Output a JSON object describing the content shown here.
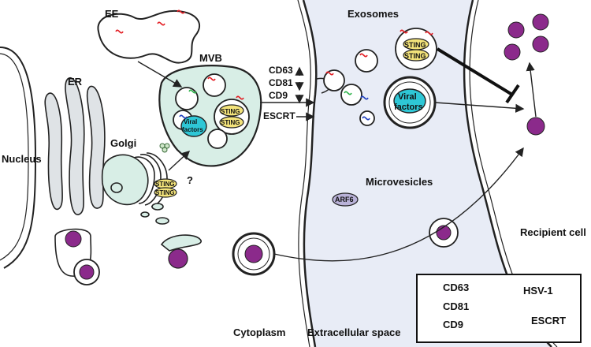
{
  "labels": {
    "ee": "EE",
    "mvb": "MVB",
    "er": "ER",
    "golgi": "Golgi",
    "nucleus": "Nucleus",
    "exosomes": "Exosomes",
    "microvesicles": "Microvesicles",
    "recipient_cell": "Recipient cell",
    "cytoplasm": "Cytoplasm",
    "extracellular_space": "Extracellular space",
    "question_mark": "?",
    "arf6": "ARF6",
    "marker_cd63": "CD63",
    "marker_cd81": "CD81",
    "marker_cd9": "CD9",
    "escrt_inline": "ESCRT",
    "sting": "STING",
    "viral": "Viral",
    "factors": "factors"
  },
  "legend": {
    "items": [
      {
        "label": "CD63",
        "color": "#e31e24"
      },
      {
        "label": "CD81",
        "color": "#2db34a"
      },
      {
        "label": "CD9",
        "color": "#1f3fbf"
      },
      {
        "label": "HSV-1",
        "color": "#8b2a8b"
      },
      {
        "label": "ESCRT",
        "color": "#7aa36b"
      }
    ]
  },
  "colors": {
    "cytoplasm_membrane": "#222222",
    "extracellular_fill": "#e8ecf6",
    "organelle_fill": "#d8eee6",
    "sting_fill": "#f3e37a",
    "viral_fill": "#2ec7d6",
    "virus": "#8b2a8b",
    "arf6_fill": "#b9b2d8"
  }
}
